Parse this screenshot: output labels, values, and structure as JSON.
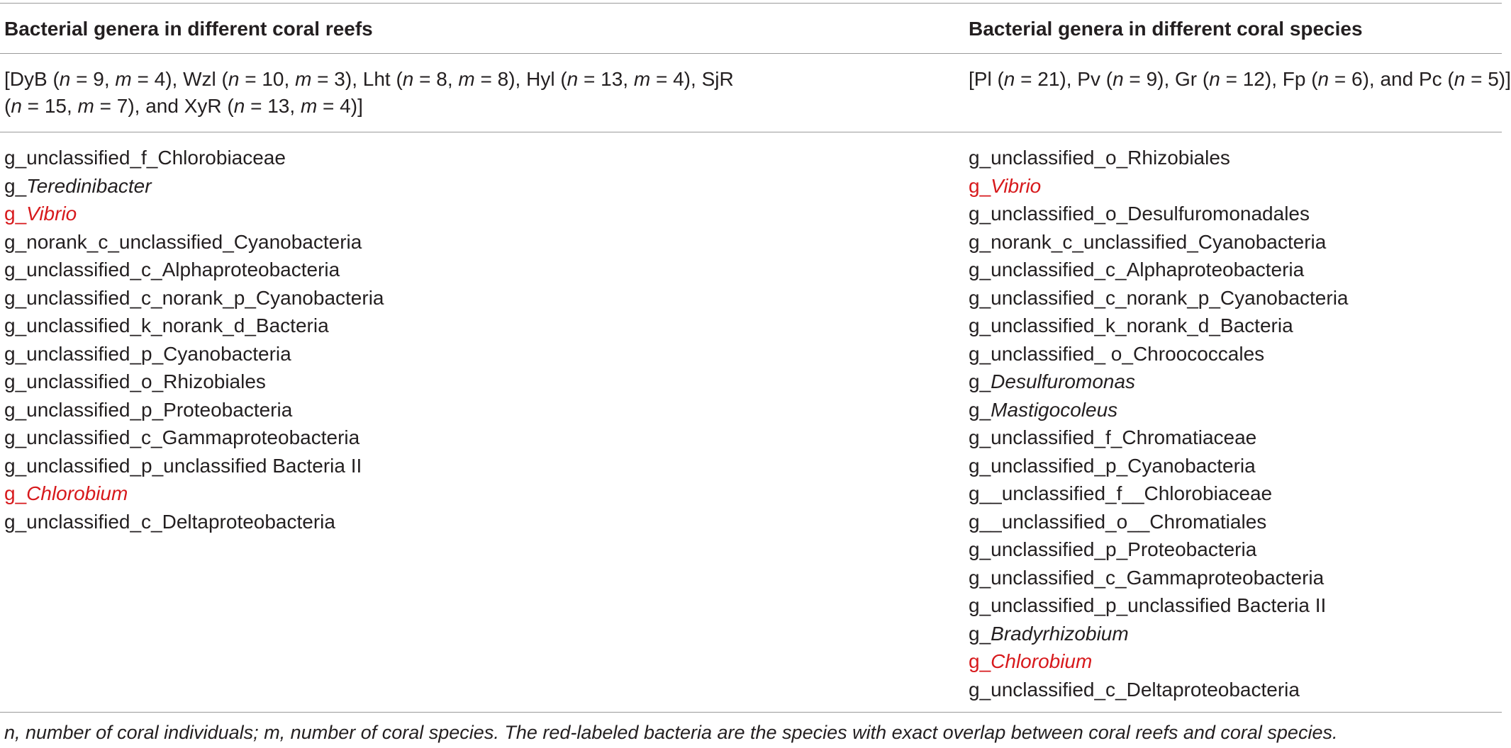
{
  "columns": [
    {
      "header": "Bacterial genera in different coral reefs",
      "sample_lines": [
        [
          {
            "t": "[DyB ("
          },
          {
            "t": "n",
            "i": true
          },
          {
            "t": " = 9, "
          },
          {
            "t": "m",
            "i": true
          },
          {
            "t": " = 4), Wzl ("
          },
          {
            "t": "n",
            "i": true
          },
          {
            "t": " = 10, "
          },
          {
            "t": "m",
            "i": true
          },
          {
            "t": " = 3), Lht ("
          },
          {
            "t": "n",
            "i": true
          },
          {
            "t": " = 8, "
          },
          {
            "t": "m",
            "i": true
          },
          {
            "t": " = 8), Hyl ("
          },
          {
            "t": "n",
            "i": true
          },
          {
            "t": " = 13, "
          },
          {
            "t": "m",
            "i": true
          },
          {
            "t": " = 4), SjR"
          }
        ],
        [
          {
            "t": "("
          },
          {
            "t": "n",
            "i": true
          },
          {
            "t": " = 15, "
          },
          {
            "t": "m",
            "i": true
          },
          {
            "t": " = 7), and XyR ("
          },
          {
            "t": "n",
            "i": true
          },
          {
            "t": " = 13, "
          },
          {
            "t": "m",
            "i": true
          },
          {
            "t": " = 4)]"
          }
        ]
      ],
      "genera": [
        {
          "prefix": "g_",
          "name": "unclassified_f_Chlorobiaceae",
          "italic": false,
          "red": false
        },
        {
          "prefix": "g_",
          "name": "Teredinibacter",
          "italic": true,
          "red": false
        },
        {
          "prefix": "g_",
          "name": "Vibrio",
          "italic": true,
          "red": true
        },
        {
          "prefix": "g_",
          "name": "norank_c_unclassified_Cyanobacteria",
          "italic": false,
          "red": false
        },
        {
          "prefix": "g_",
          "name": "unclassified_c_Alphaproteobacteria",
          "italic": false,
          "red": false
        },
        {
          "prefix": "g_",
          "name": "unclassified_c_norank_p_Cyanobacteria",
          "italic": false,
          "red": false
        },
        {
          "prefix": "g_",
          "name": "unclassified_k_norank_d_Bacteria",
          "italic": false,
          "red": false
        },
        {
          "prefix": "g_",
          "name": "unclassified_p_Cyanobacteria",
          "italic": false,
          "red": false
        },
        {
          "prefix": "g_",
          "name": "unclassified_o_Rhizobiales",
          "italic": false,
          "red": false
        },
        {
          "prefix": "g_",
          "name": "unclassified_p_Proteobacteria",
          "italic": false,
          "red": false
        },
        {
          "prefix": "g_",
          "name": "unclassified_c_Gammaproteobacteria",
          "italic": false,
          "red": false
        },
        {
          "prefix": "g_",
          "name": "unclassified_p_unclassified Bacteria II",
          "italic": false,
          "red": false
        },
        {
          "prefix": "g_",
          "name": "Chlorobium",
          "italic": true,
          "red": true
        },
        {
          "prefix": "g_",
          "name": "unclassified_c_Deltaproteobacteria",
          "italic": false,
          "red": false
        }
      ]
    },
    {
      "header": "Bacterial genera in different coral species",
      "sample_lines": [
        [
          {
            "t": "[Pl ("
          },
          {
            "t": "n",
            "i": true
          },
          {
            "t": " = 21), Pv ("
          },
          {
            "t": "n",
            "i": true
          },
          {
            "t": " = 9), Gr ("
          },
          {
            "t": "n",
            "i": true
          },
          {
            "t": " = 12), Fp ("
          },
          {
            "t": "n",
            "i": true
          },
          {
            "t": " = 6), and Pc ("
          },
          {
            "t": "n",
            "i": true
          },
          {
            "t": " = 5)]"
          }
        ]
      ],
      "genera": [
        {
          "prefix": "g_",
          "name": "unclassified_o_Rhizobiales",
          "italic": false,
          "red": false
        },
        {
          "prefix": "g_",
          "name": "Vibrio",
          "italic": true,
          "red": true
        },
        {
          "prefix": "g_",
          "name": "unclassified_o_Desulfuromonadales",
          "italic": false,
          "red": false
        },
        {
          "prefix": "g_",
          "name": "norank_c_unclassified_Cyanobacteria",
          "italic": false,
          "red": false
        },
        {
          "prefix": "g_",
          "name": "unclassified_c_Alphaproteobacteria",
          "italic": false,
          "red": false
        },
        {
          "prefix": "g_",
          "name": "unclassified_c_norank_p_Cyanobacteria",
          "italic": false,
          "red": false
        },
        {
          "prefix": "g_",
          "name": "unclassified_k_norank_d_Bacteria",
          "italic": false,
          "red": false
        },
        {
          "prefix": "g_",
          "name": "unclassified_ o_Chroococcales",
          "italic": false,
          "red": false
        },
        {
          "prefix": "g_",
          "name": "Desulfuromonas",
          "italic": true,
          "red": false
        },
        {
          "prefix": "g_",
          "name": "Mastigocoleus",
          "italic": true,
          "red": false
        },
        {
          "prefix": "g_",
          "name": "unclassified_f_Chromatiaceae",
          "italic": false,
          "red": false
        },
        {
          "prefix": "g_",
          "name": "unclassified_p_Cyanobacteria",
          "italic": false,
          "red": false
        },
        {
          "prefix": "g__",
          "name": "unclassified_f__Chlorobiaceae",
          "italic": false,
          "red": false
        },
        {
          "prefix": "g__",
          "name": "unclassified_o__Chromatiales",
          "italic": false,
          "red": false
        },
        {
          "prefix": "g_",
          "name": "unclassified_p_Proteobacteria",
          "italic": false,
          "red": false
        },
        {
          "prefix": "g_",
          "name": "unclassified_c_Gammaproteobacteria",
          "italic": false,
          "red": false
        },
        {
          "prefix": "g_",
          "name": "unclassified_p_unclassified Bacteria II",
          "italic": false,
          "red": false
        },
        {
          "prefix": "g_",
          "name": "Bradyrhizobium",
          "italic": true,
          "red": false
        },
        {
          "prefix": "g_",
          "name": "Chlorobium",
          "italic": true,
          "red": true
        },
        {
          "prefix": "g_",
          "name": "unclassified_c_Deltaproteobacteria",
          "italic": false,
          "red": false
        }
      ]
    }
  ],
  "footnote": "n, number of coral individuals; m, number of coral species. The red-labeled bacteria are the species with exact overlap between coral reefs and coral species.",
  "colors": {
    "text": "#231f20",
    "highlight": "#d7191c",
    "rule": "#9a9a9a"
  }
}
